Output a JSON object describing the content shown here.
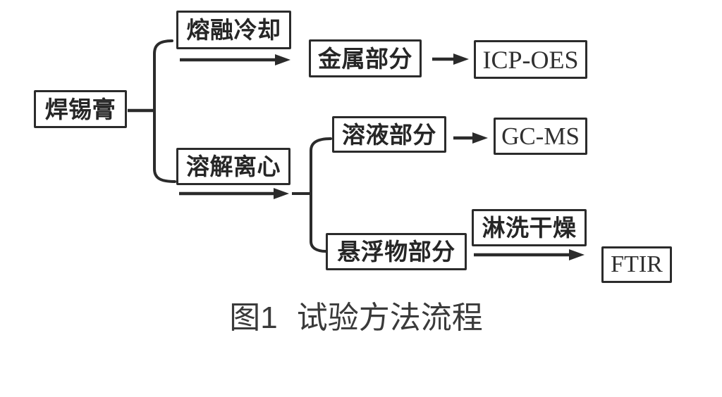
{
  "figure": {
    "type": "flowchart",
    "caption": {
      "number": "图1",
      "title": "试验方法流程"
    },
    "colors": {
      "line": "#2b2b2b",
      "text": "#262626",
      "background": "#ffffff"
    },
    "nodes": {
      "solder_paste": "焊锡膏",
      "melt_cool": "熔融冷却",
      "dissolve_centrifuge": "溶解离心",
      "metal_part": "金属部分",
      "icp_oes": "ICP-OES",
      "solution_part": "溶液部分",
      "gc_ms": "GC-MS",
      "suspension_part": "悬浮物部分",
      "rinse_dry": "淋洗干燥",
      "ftir": "FTIR"
    },
    "edges": [
      {
        "from": "焊锡膏",
        "to": "熔融冷却"
      },
      {
        "from": "焊锡膏",
        "to": "溶解离心"
      },
      {
        "from": "熔融冷却",
        "to": "金属部分"
      },
      {
        "from": "金属部分",
        "to": "ICP-OES"
      },
      {
        "from": "溶解离心",
        "to": "溶液部分"
      },
      {
        "from": "溶解离心",
        "to": "悬浮物部分"
      },
      {
        "from": "溶液部分",
        "to": "GC-MS"
      },
      {
        "from": "悬浮物部分",
        "to": "FTIR",
        "via": "淋洗干燥"
      }
    ]
  }
}
